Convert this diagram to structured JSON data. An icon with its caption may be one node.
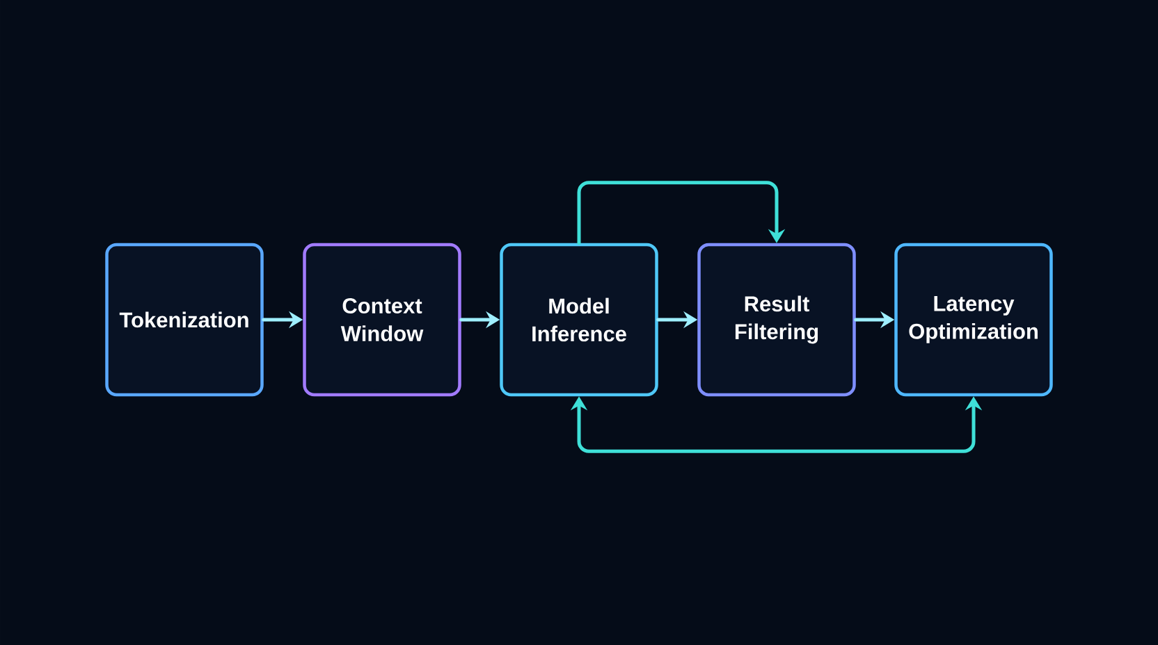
{
  "diagram": {
    "nodes": [
      {
        "text": [
          "Tokenization"
        ]
      },
      {
        "text": [
          "Context Window"
        ]
      },
      {
        "text": [
          "Model Inference"
        ]
      },
      {
        "text": [
          "Result Filtering"
        ]
      },
      {
        "text": [
          "Latency Optimization"
        ]
      }
    ],
    "edges": [
      {
        "from": 0,
        "to": 1,
        "arrow": "to"
      },
      {
        "from": 1,
        "to": 2,
        "arrow": "to"
      },
      {
        "from": 2,
        "to": 3,
        "arrow": "to"
      },
      {
        "from": 3,
        "to": 4,
        "arrow": "to"
      },
      {
        "from": 2,
        "to": 3,
        "arrow": "to",
        "color": "#3fe0d8"
      },
      {
        "from": 2,
        "to": 4,
        "arrow": "both",
        "color": "#3fe0d8"
      }
    ]
  }
}
